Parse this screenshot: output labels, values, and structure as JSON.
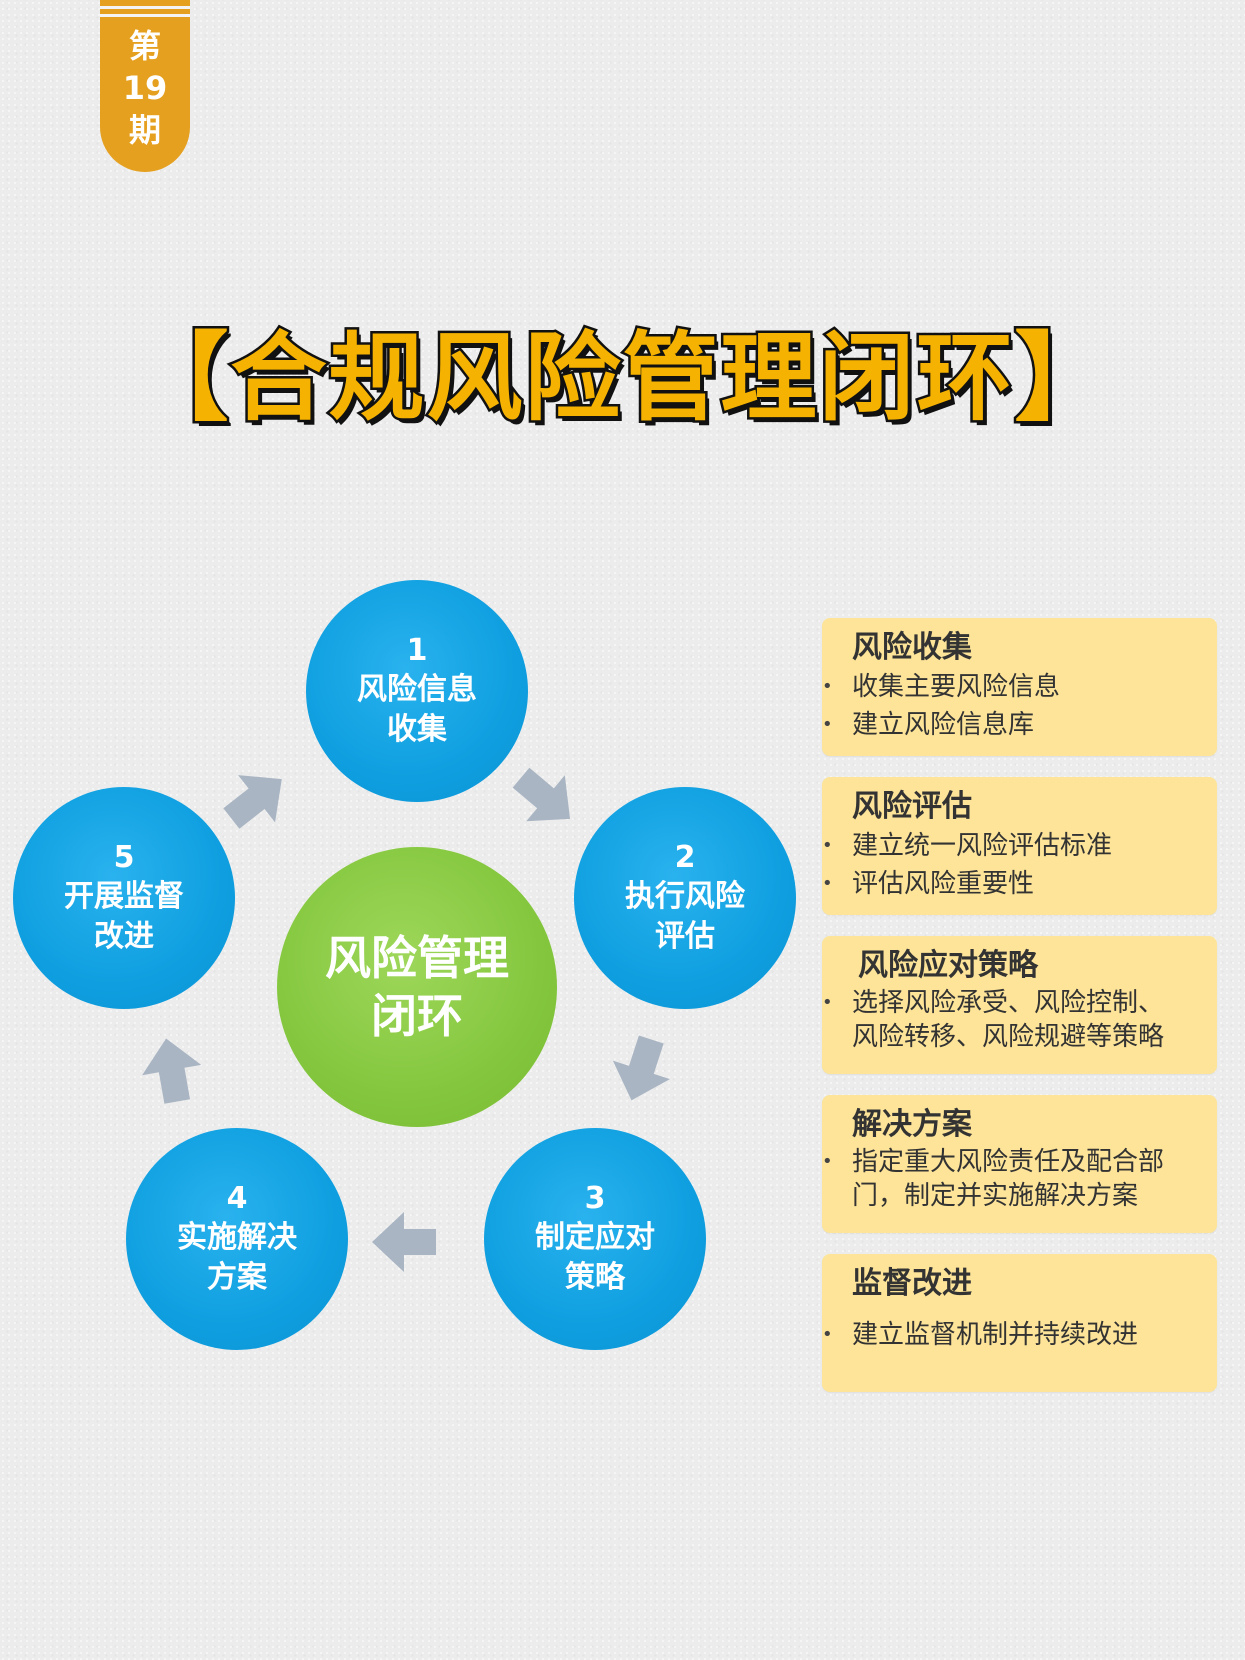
{
  "badge": {
    "line1": "第",
    "line2": "19",
    "line3": "期"
  },
  "title": "【合规风险管理闭环】",
  "center": {
    "label": "风险管理\n闭环"
  },
  "steps": [
    {
      "num": "1",
      "label": "风险信息\n收集"
    },
    {
      "num": "2",
      "label": "执行风险\n评估"
    },
    {
      "num": "3",
      "label": "制定应对\n策略"
    },
    {
      "num": "4",
      "label": "实施解决\n方案"
    },
    {
      "num": "5",
      "label": "开展监督\n改进"
    }
  ],
  "panels": [
    {
      "title": "风险收集",
      "items": [
        "收集主要风险信息",
        "建立风险信息库"
      ]
    },
    {
      "title": "风险评估",
      "items": [
        "建立统一风险评估标准",
        "评估风险重要性"
      ]
    },
    {
      "title": "风险应对策略",
      "items": [
        "选择风险承受、风险控制、\n风险转移、风险规避等策略"
      ]
    },
    {
      "title": "解决方案",
      "items": [
        "指定重大风险责任及配合部\n门，制定并实施解决方案"
      ]
    },
    {
      "title": "监督改进",
      "items": [
        "建立监督机制并持续改进"
      ]
    }
  ],
  "colors": {
    "badge": "#e6a01f",
    "title": "#f5b200",
    "step_circle": "#0f9fe0",
    "center_circle": "#84c73e",
    "panel": "#fde499",
    "arrow": "#a9b5c3"
  }
}
